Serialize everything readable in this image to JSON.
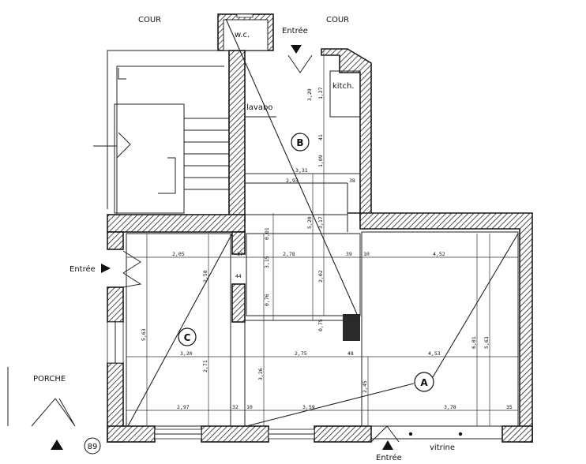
{
  "labels": {
    "cour_left": "COUR",
    "cour_right": "COUR",
    "wc": "w.c.",
    "entree_top": "Entrée",
    "kitchen": "kitch.",
    "lavabo": "lavabo",
    "entree_left": "Entrée",
    "porche": "PORCHE",
    "page_number": "89",
    "entree_bottom": "Entrée",
    "vitrine": "vitrine"
  },
  "markers": {
    "a": "A",
    "b": "B",
    "c": "C"
  },
  "dimensions": {
    "d_2_05": "2,05",
    "d_37": "37",
    "d_2_78": "2,78",
    "d_39a": "39",
    "d_10a": "10",
    "d_4_52": "4,52",
    "d_3_31": "3,31",
    "d_2_93": "2,93",
    "d_38": "38",
    "d_3_20": "3,20",
    "d_2_75": "2,75",
    "d_48": "48",
    "d_4_53": "4,53",
    "d_2_97": "2,97",
    "d_32": "32",
    "d_10b": "10",
    "d_3_59": "3,59",
    "d_3_78": "3,78",
    "d_35": "35",
    "d_5_63": "5,63",
    "d_2_71": "2,71",
    "d_3_26": "3,26",
    "d_2_45": "2,45",
    "d_6_01": "6,01",
    "d_5_63b": "5,63",
    "d_0_01": "0,01",
    "d_3_15": "3,15",
    "d_0_76": "0,76",
    "d_0_75": "0,75",
    "d_2_02": "2,02",
    "d_3_17": "3,17",
    "d_5_20": "5,20",
    "d_1_09": "1,09",
    "d_41": "41",
    "d_1_27": "1,27",
    "d_3_29": "3,29",
    "d_44": "44",
    "d_2_58": "2,58"
  }
}
